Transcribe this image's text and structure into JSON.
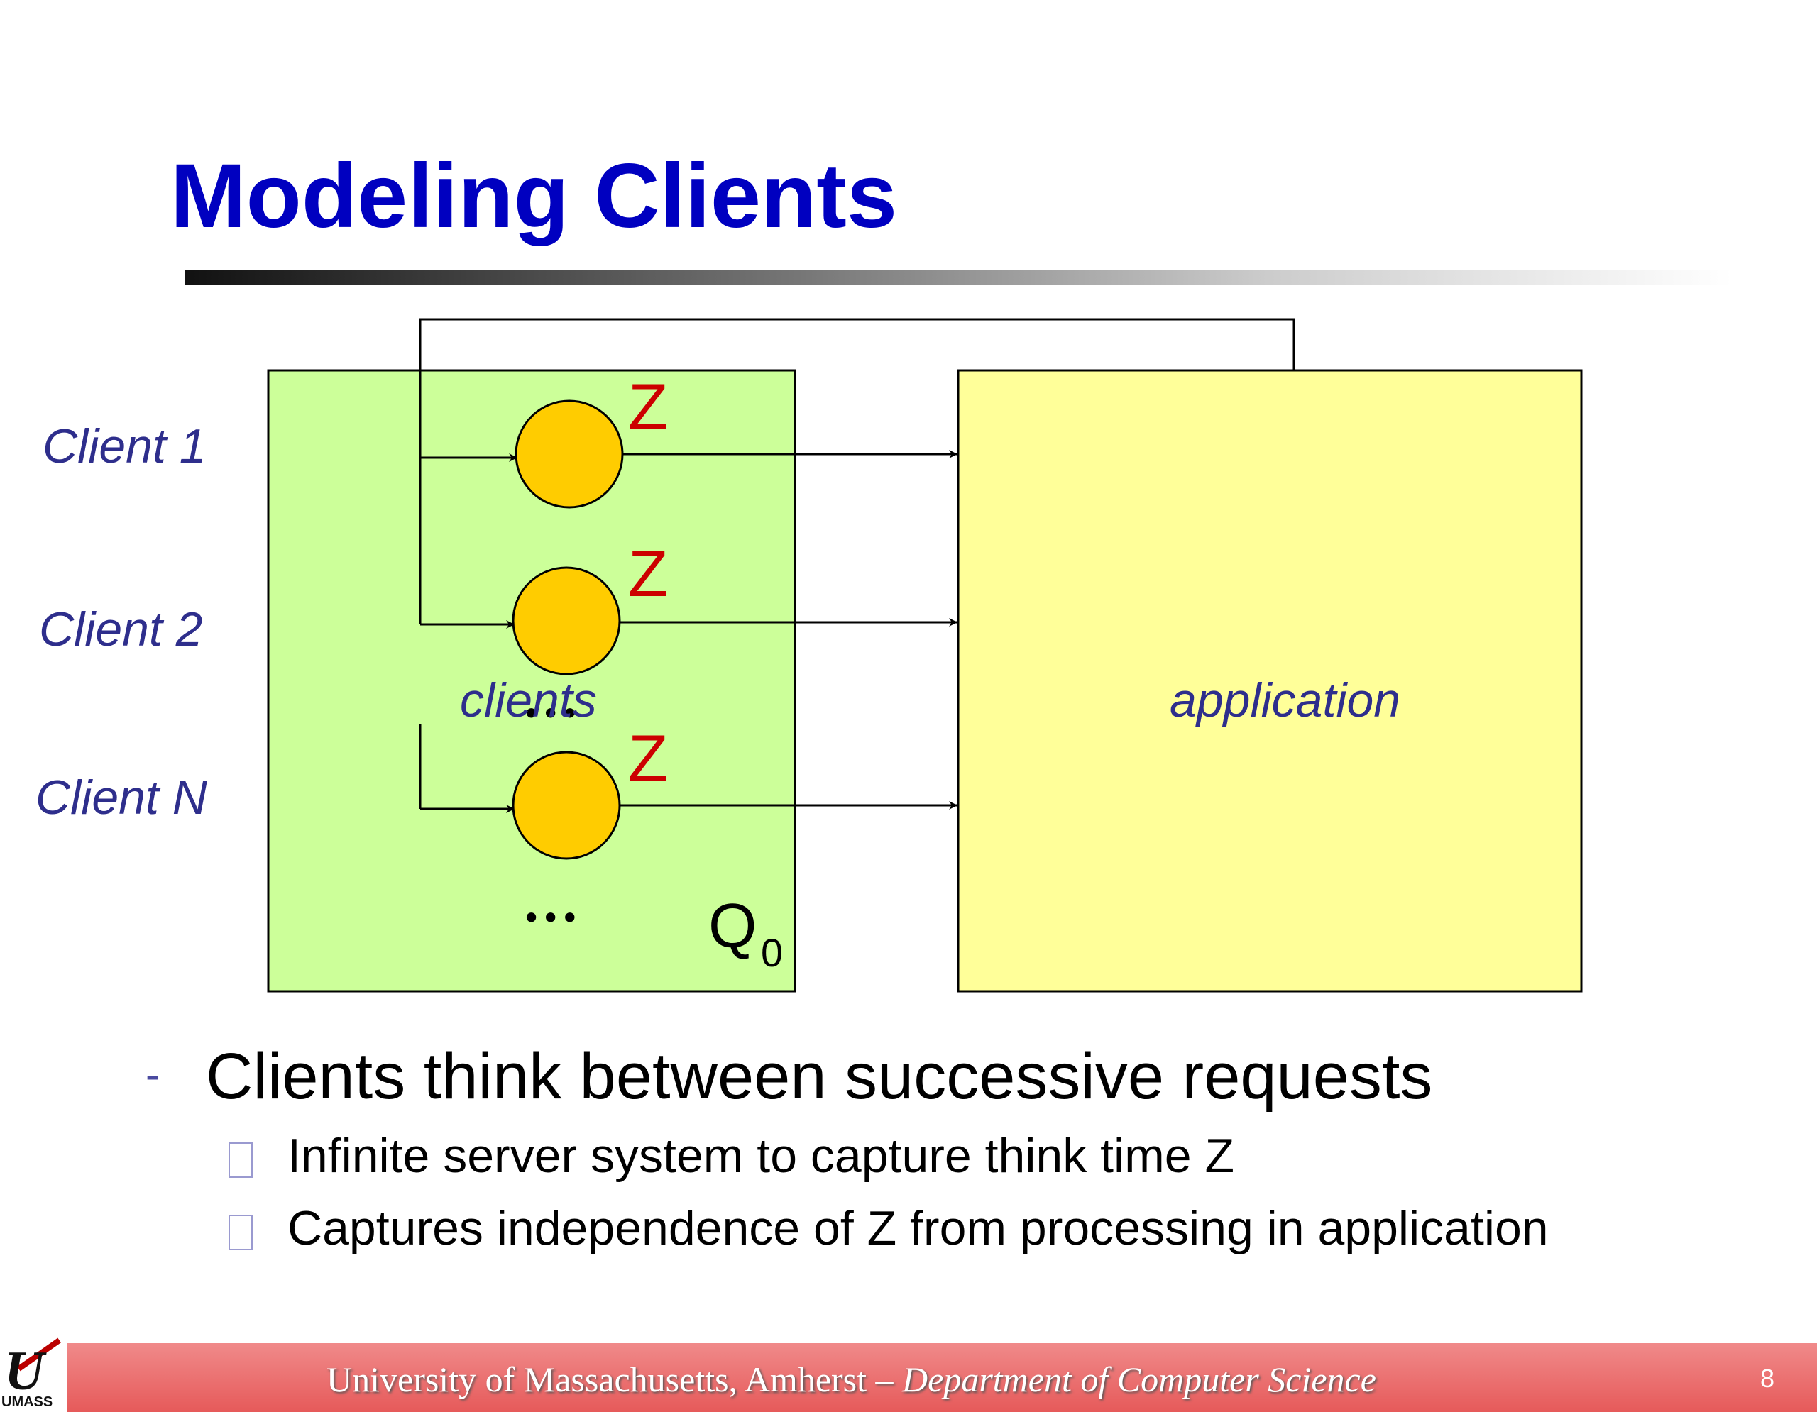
{
  "slide": {
    "title": "Modeling Clients",
    "page_number": "8"
  },
  "diagram": {
    "client_labels": [
      "Client 1",
      "Client 2",
      "Client N"
    ],
    "think_time_labels": [
      "Z",
      "Z",
      "Z"
    ],
    "clients_box_label": "clients",
    "queue_label": "Q",
    "queue_subscript": "0",
    "application_label": "application",
    "ellipsis": "•••",
    "colors": {
      "clients_box": "#ccff99",
      "application_box": "#ffff99",
      "server_circle": "#ffcc00",
      "think_label": "#cc0000",
      "label_text": "#2e2e8c",
      "title": "#0000c0"
    }
  },
  "bullets": {
    "main": "Clients think between successive requests",
    "sub": [
      "Infinite server system to capture think time Z",
      "Captures independence of Z from processing in application"
    ]
  },
  "footer": {
    "university": "University of Massachusetts, Amherst",
    "separator": " – ",
    "department": "Department of Computer Science",
    "logo_text": "UMASS"
  }
}
